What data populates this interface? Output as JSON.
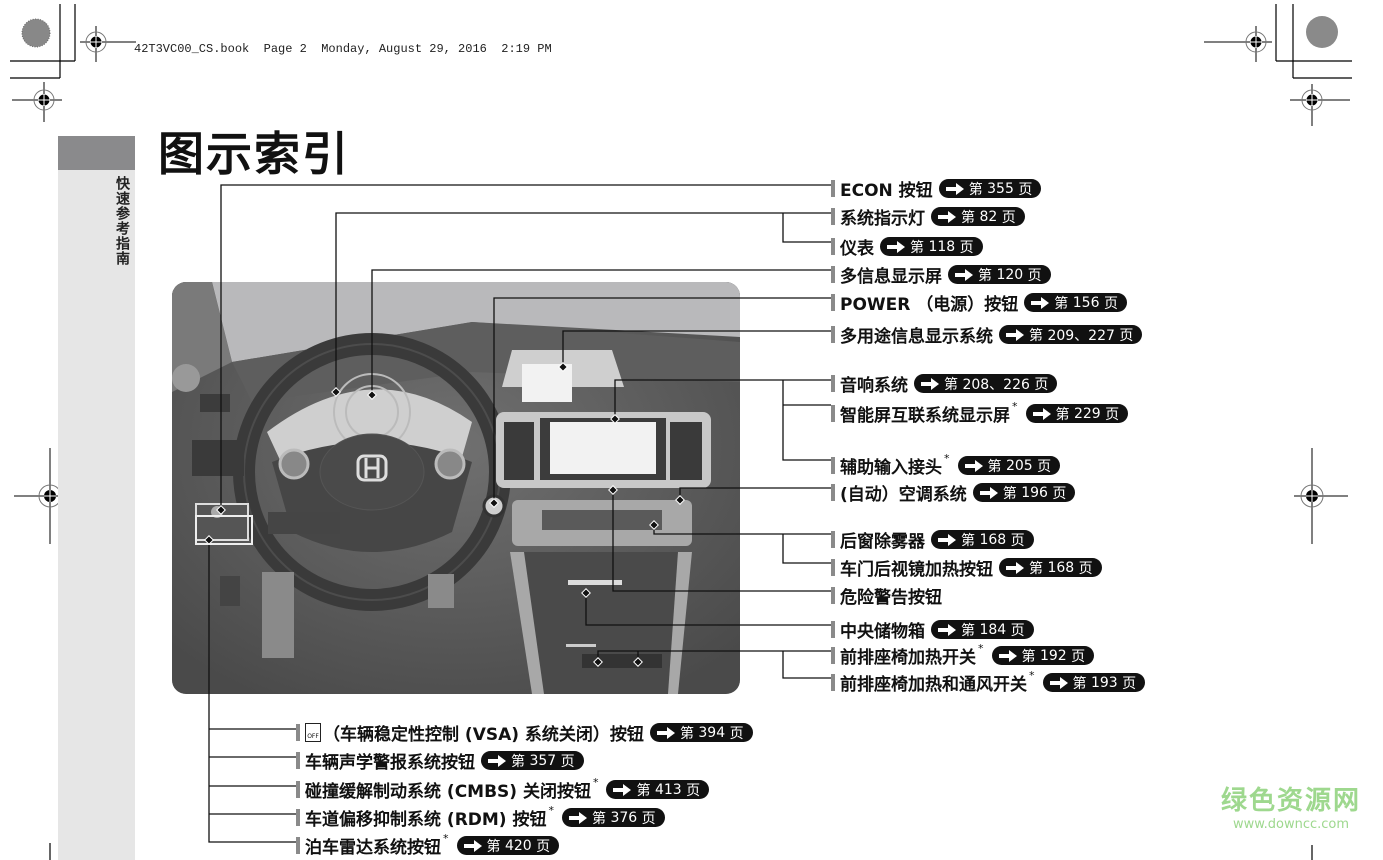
{
  "header": {
    "print_info": "42T3VC00_CS.book  Page 2  Monday, August 29, 2016  2:19 PM"
  },
  "side_tab": {
    "label": "快速参考指南"
  },
  "page_title": "图示索引",
  "page_prefix": "第",
  "page_suffix": "页",
  "right_labels": [
    {
      "text": "ECON 按钮",
      "page": "355",
      "star": false
    },
    {
      "text": "系统指示灯",
      "page": "82",
      "star": false
    },
    {
      "text": "仪表",
      "page": "118",
      "star": false
    },
    {
      "text": "多信息显示屏",
      "page": "120",
      "star": false
    },
    {
      "text": "POWER （电源）按钮",
      "page": "156",
      "star": false
    },
    {
      "text": "多用途信息显示系统",
      "page": "209、227",
      "star": false
    },
    {
      "text": "音响系统",
      "page": "208、226",
      "star": false
    },
    {
      "text": "智能屏互联系统显示屏",
      "page": "229",
      "star": true
    },
    {
      "text": "辅助输入接头",
      "page": "205",
      "star": true
    },
    {
      "text": "(自动）空调系统",
      "page": "196",
      "star": false
    },
    {
      "text": "后窗除雾器",
      "page": "168",
      "star": false
    },
    {
      "text": "车门后视镜加热按钮",
      "page": "168",
      "star": false
    },
    {
      "text": "危险警告按钮",
      "page": null,
      "star": false
    },
    {
      "text": "中央储物箱",
      "page": "184",
      "star": false
    },
    {
      "text": "前排座椅加热开关",
      "page": "192",
      "star": true
    },
    {
      "text": "前排座椅加热和通风开关",
      "page": "193",
      "star": true
    }
  ],
  "bottom_labels": [
    {
      "text": "（车辆稳定性控制 (VSA) 系统关闭）按钮",
      "page": "394",
      "star": false,
      "icon": "vsa-off-icon"
    },
    {
      "text": "车辆声学警报系统按钮",
      "page": "357",
      "star": false
    },
    {
      "text": "碰撞缓解制动系统 (CMBS) 关闭按钮",
      "page": "413",
      "star": true
    },
    {
      "text": "车道偏移抑制系统 (RDM) 按钮",
      "page": "376",
      "star": true
    },
    {
      "text": "泊车雷达系统按钮",
      "page": "420",
      "star": true
    }
  ],
  "star_mark": "*",
  "vsa_icon_text": "OFF",
  "watermark": {
    "name": "绿色资源网",
    "url": "www.downcc.com"
  },
  "colors": {
    "pill_bg": "#111111",
    "tab_dark": "#8a8a8c",
    "tab_light": "#e6e6e6",
    "watermark": "#9ed88e"
  }
}
